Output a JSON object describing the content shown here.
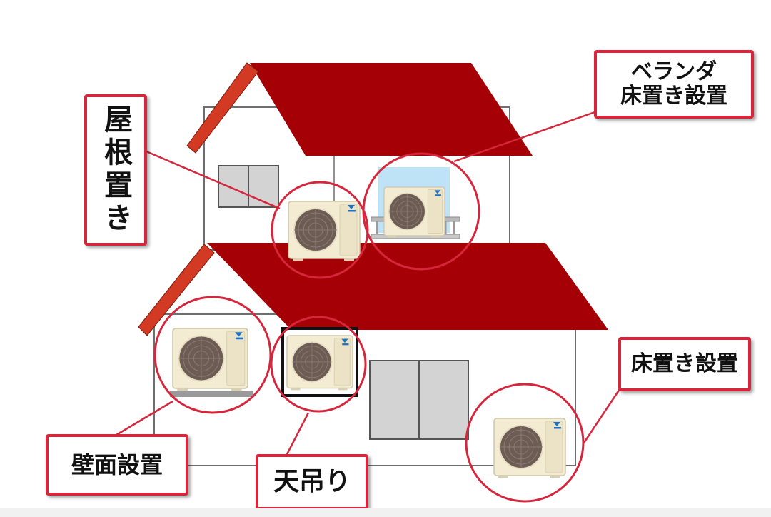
{
  "labels": {
    "roof": "屋根置き",
    "veranda_line1": "ベランダ",
    "veranda_line2": "床置き設置",
    "floor": "床置き設置",
    "wall": "壁面設置",
    "ceiling": "天吊り"
  },
  "colors": {
    "roof_red": "#a50005",
    "chimney_trim": "#d23a24",
    "callout_pink": "#d6263c",
    "wall_line": "#6e6e6e",
    "window_gray": "#d3d3d3",
    "veranda_sky": "#bfe3f6",
    "unit_body": "#f3ecd2",
    "unit_grille": "#6d5c54",
    "brand_blue": "#1b73c9"
  },
  "icons": {
    "outdoor_unit": "air-conditioner-outdoor-unit-icon",
    "brand_mark": "daikin-logo-icon"
  }
}
